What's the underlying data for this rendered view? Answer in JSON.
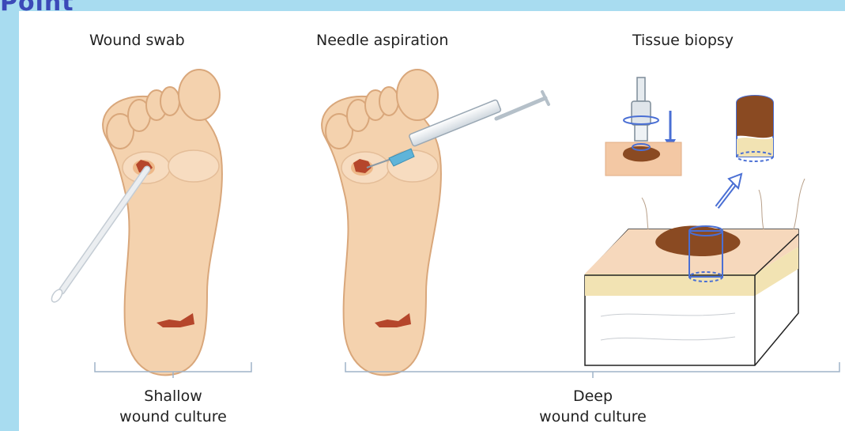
{
  "header": {
    "partial_title": "Point"
  },
  "labels": {
    "wound_swab": "Wound swab",
    "needle_aspiration": "Needle aspiration",
    "tissue_biopsy": "Tissue biopsy",
    "shallow_line1": "Shallow",
    "shallow_line2": "wound culture",
    "deep_line1": "Deep",
    "deep_line2": "wound culture"
  },
  "colors": {
    "background": "#a8dcf0",
    "skin": "#f4d2ae",
    "skin_outline": "#d9a77b",
    "wound": "#b5462b",
    "biopsy_tissue": "#8a4a22",
    "arrow": "#4a6fd4",
    "bracket": "#9fb3c8"
  }
}
